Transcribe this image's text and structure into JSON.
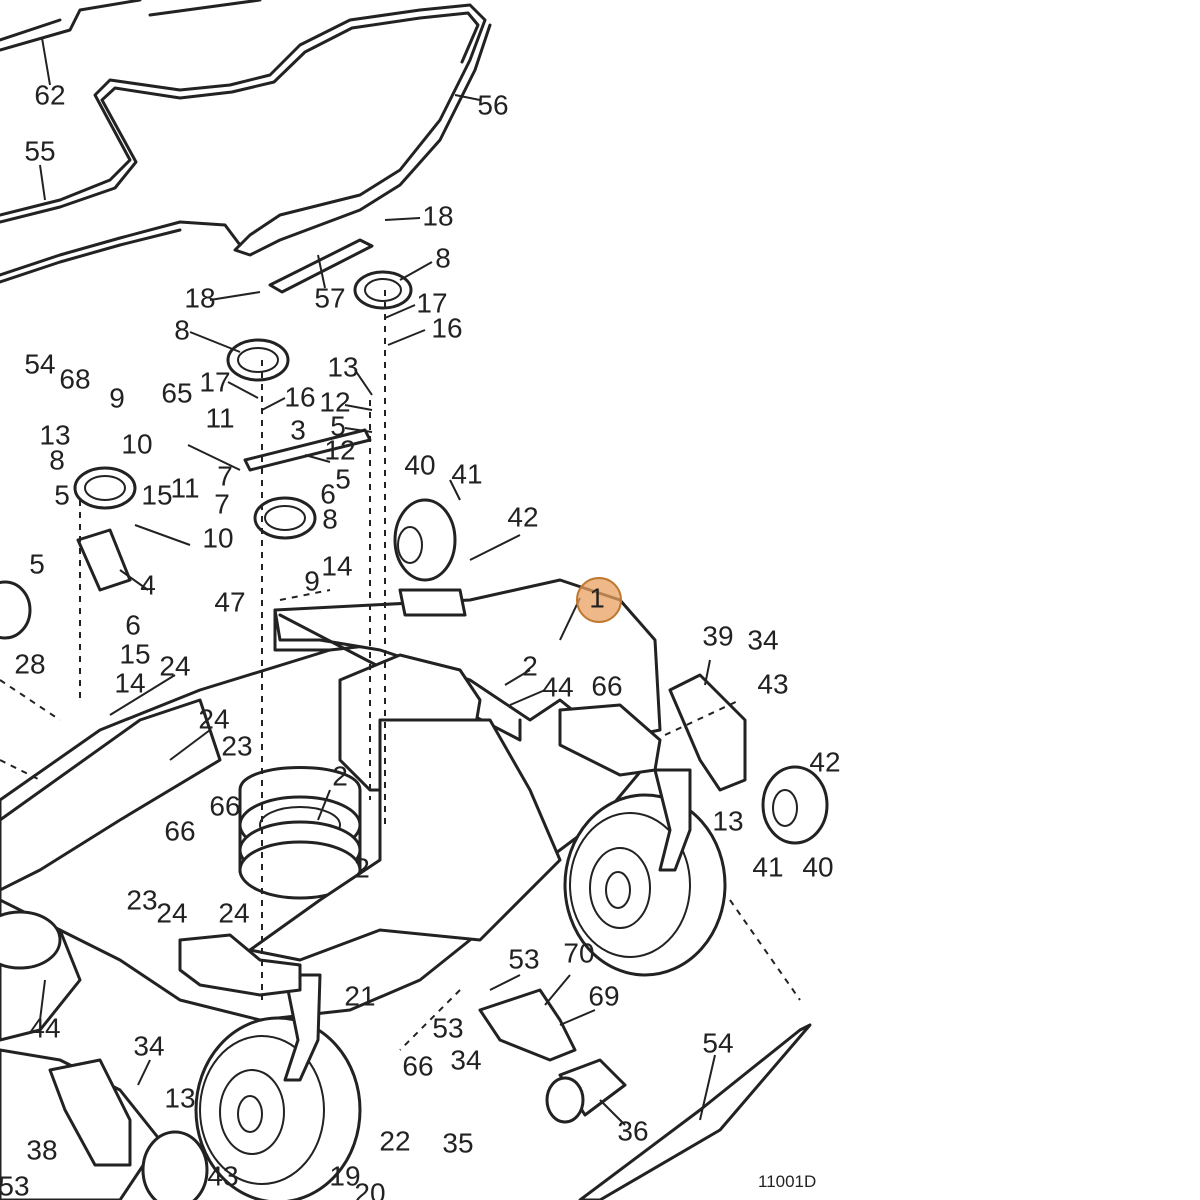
{
  "diagram": {
    "code": "11001D",
    "highlight": {
      "label": "1"
    },
    "callouts": [
      "62",
      "56",
      "55",
      "18",
      "8",
      "57",
      "18",
      "17",
      "16",
      "8",
      "54",
      "68",
      "17",
      "16",
      "13",
      "12",
      "5",
      "65",
      "9",
      "11",
      "3",
      "10",
      "13",
      "12",
      "5",
      "7",
      "11",
      "6",
      "5",
      "7",
      "15",
      "8",
      "10",
      "40",
      "41",
      "42",
      "8",
      "4",
      "5",
      "14",
      "9",
      "47",
      "6",
      "15",
      "14",
      "28",
      "24",
      "24",
      "23",
      "66",
      "66",
      "2",
      "2",
      "2",
      "44",
      "39",
      "34",
      "43",
      "66",
      "42",
      "13",
      "41",
      "40",
      "23",
      "24",
      "24",
      "44",
      "53",
      "70",
      "69",
      "21",
      "53",
      "34",
      "66",
      "54",
      "34",
      "13",
      "38",
      "43",
      "22",
      "19",
      "20",
      "35",
      "36",
      "53"
    ]
  }
}
